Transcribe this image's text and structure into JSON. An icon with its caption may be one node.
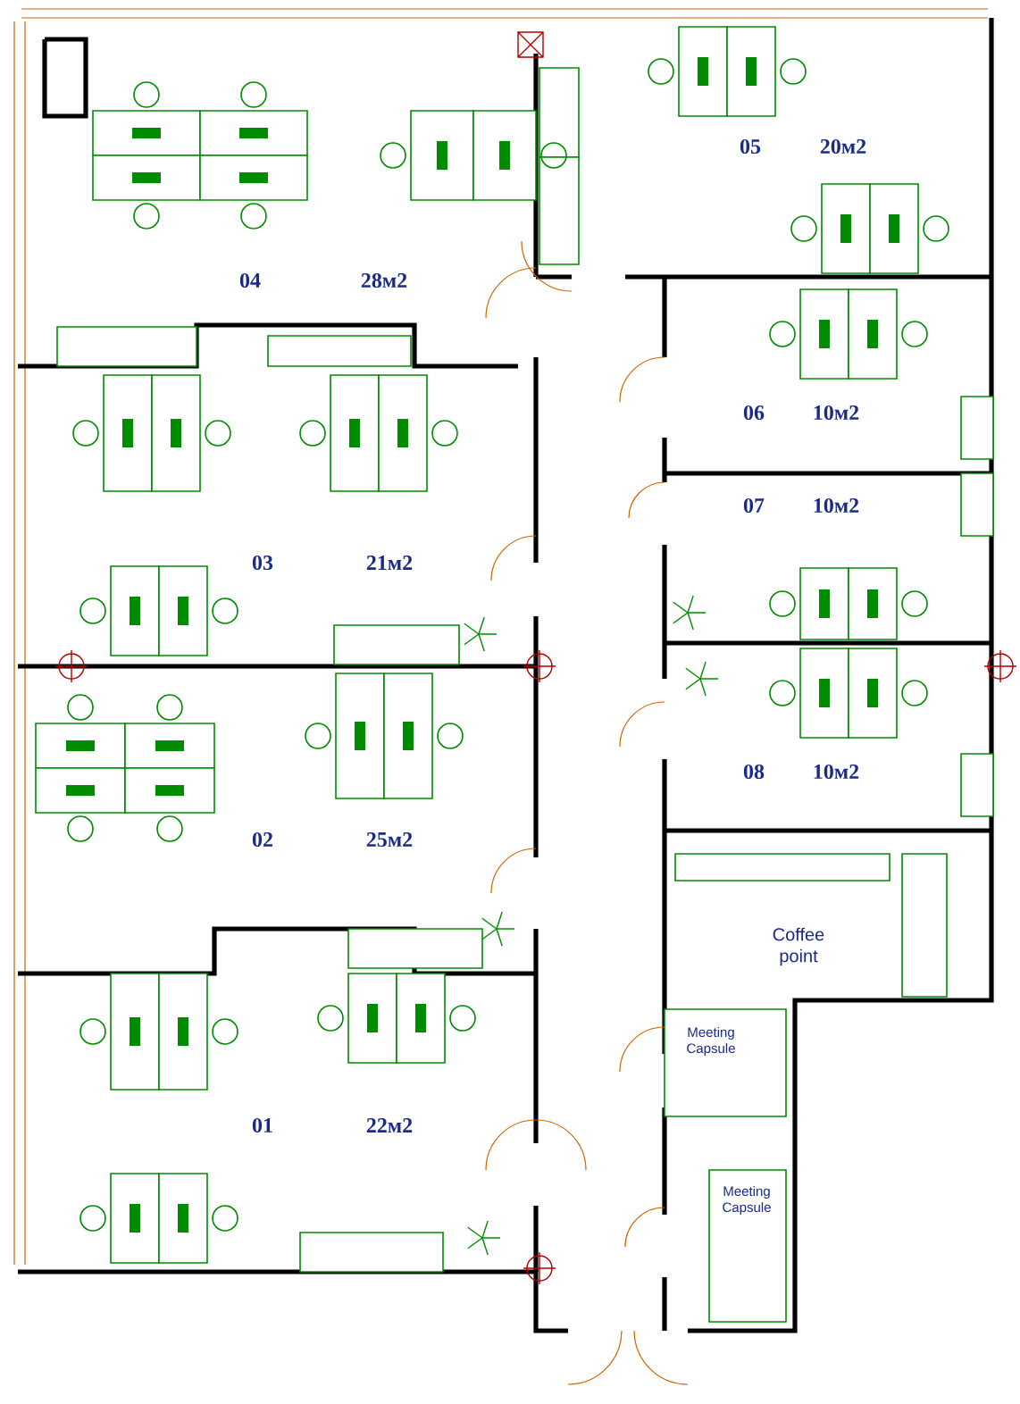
{
  "diagram": {
    "labels": [
      "04",
      "28м2",
      "05",
      "20м2",
      "06",
      "10м2",
      "07",
      "10м2",
      "03",
      "21м2",
      "02",
      "25м2",
      "08",
      "10м2",
      "Coffee point",
      "Meeting Capsule",
      "Meeting Capsule",
      "01",
      "22м2"
    ]
  }
}
